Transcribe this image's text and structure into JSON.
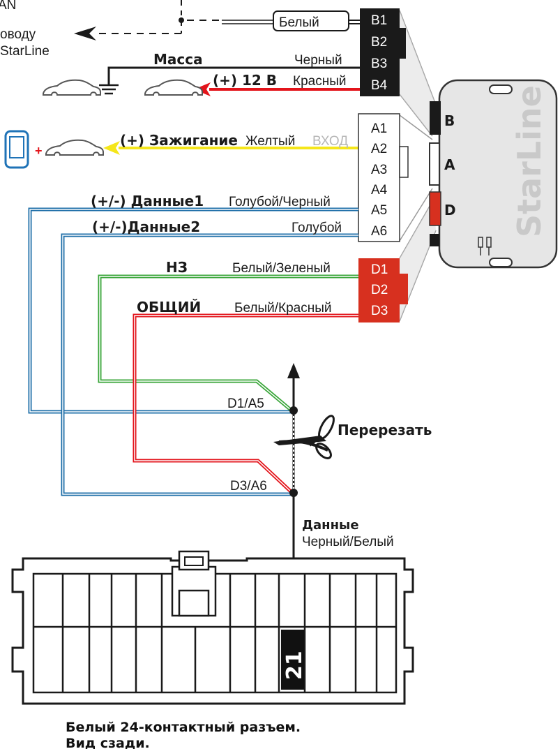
{
  "top_left": {
    "can_fragment": "AN",
    "to_wire_line1": "оводу",
    "to_wire_line2": "StarLine"
  },
  "b_connector": {
    "letter": "B",
    "pins": [
      "B1",
      "B2",
      "B3",
      "B4"
    ],
    "wires": {
      "white_color": "Белый",
      "black_label": "Масса",
      "black_color": "Черный",
      "red_label": "(+) 12 В",
      "red_color": "Красный"
    }
  },
  "a_connector": {
    "letter": "A",
    "pins": [
      "A1",
      "A2",
      "A3",
      "A4",
      "A5",
      "A6"
    ],
    "wires": {
      "yellow_label": "(+) Зажигание",
      "yellow_color": "Желтый",
      "yellow_tag": "ВХОД",
      "data1_label": "(+/-) Данные1",
      "data1_color": "Голубой/Черный",
      "data2_label": "(+/-)Данные2",
      "data2_color": "Голубой"
    }
  },
  "d_connector": {
    "letter": "D",
    "pins": [
      "D1",
      "D2",
      "D3"
    ],
    "wires": {
      "nc_label": "НЗ",
      "nc_color": "Белый/Зеленый",
      "common_label": "ОБЩИЙ",
      "common_color": "Белый/Красный"
    }
  },
  "module": {
    "brand": "StarLine"
  },
  "junctions": {
    "upper": "D1/A5",
    "lower": "D3/A6",
    "cut": "Перерезать"
  },
  "car_wire": {
    "label": "Данные",
    "color": "Черный/Белый",
    "pin": "21"
  },
  "caption": {
    "line1": "Белый 24-контактный разъем.",
    "line2": "Вид сзади."
  },
  "colors": {
    "black": "#1a1a1a",
    "red": "#e3141b",
    "yellow": "#f5e61a",
    "blue": "#1f6fa8",
    "green": "#3aa63a",
    "red_connector": "#d7301f",
    "module_body": "#e6e6e6",
    "phone": "#1f73b7"
  }
}
